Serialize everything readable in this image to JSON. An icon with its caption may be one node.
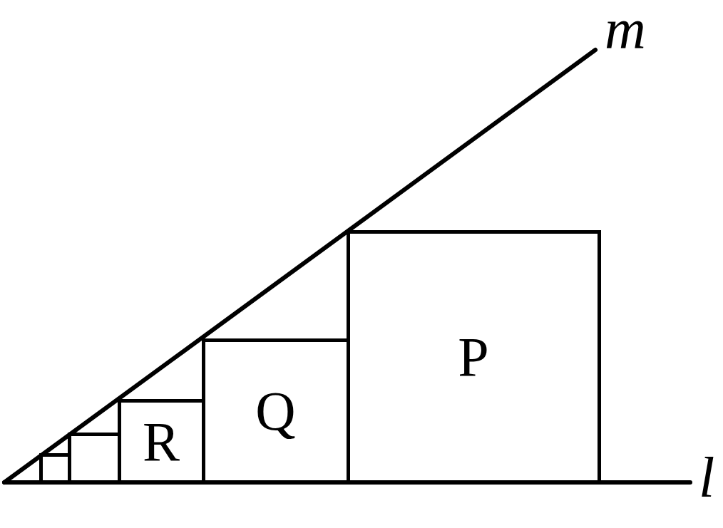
{
  "diagram": {
    "nodes": [
      {
        "text": [],
        "shape": "box"
      },
      {
        "text": [],
        "shape": "box"
      },
      {
        "text": [
          "R"
        ]
      },
      {
        "text": [
          "Q"
        ]
      },
      {
        "text": [
          "P"
        ]
      }
    ],
    "edges": [],
    "labels": [
      "m",
      "l"
    ]
  }
}
